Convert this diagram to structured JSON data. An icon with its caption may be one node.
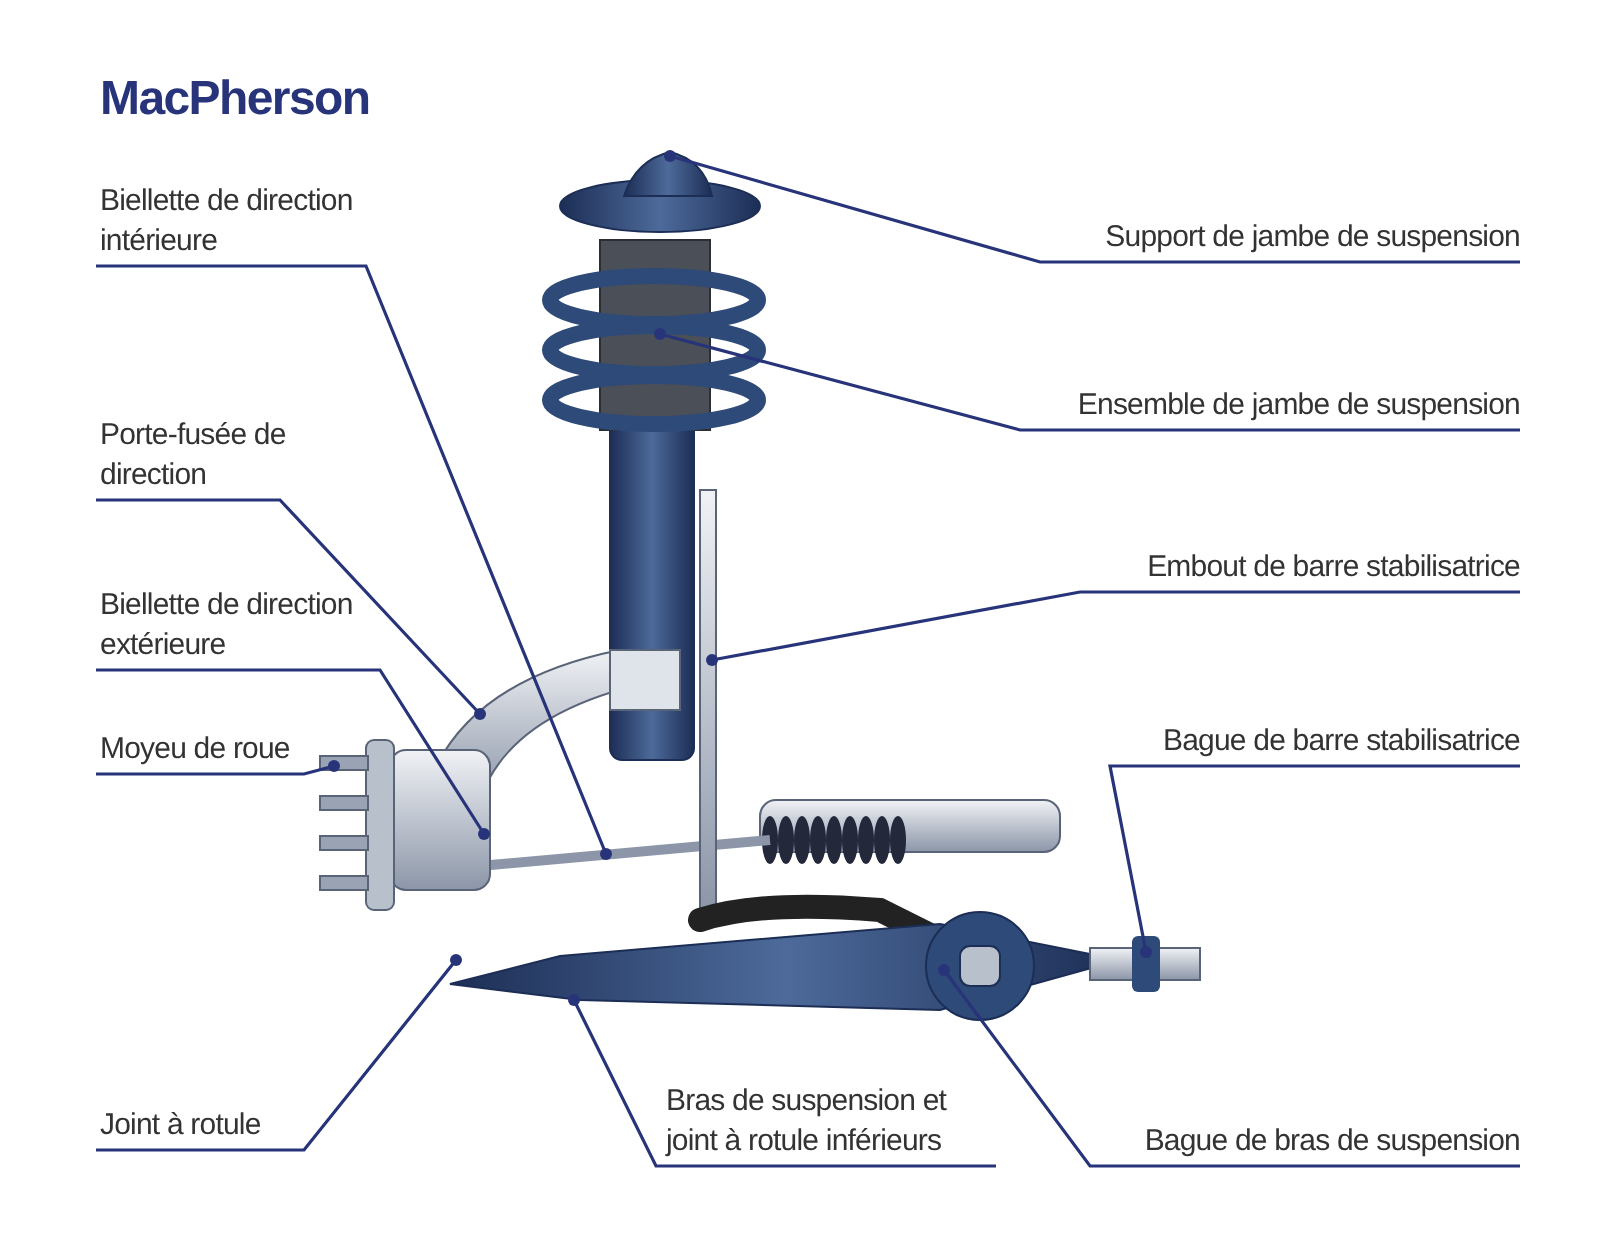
{
  "diagram": {
    "title": "MacPherson",
    "nodes": [
      {
        "text": [
          "Biellette de direction intérieure"
        ]
      },
      {
        "text": [
          "Porte-fusée de direction"
        ]
      },
      {
        "text": [
          "Biellette de direction extérieure"
        ]
      },
      {
        "text": [
          "Moyeu de roue"
        ]
      },
      {
        "text": [
          "Joint à rotule"
        ]
      },
      {
        "text": [
          "Bras de suspension et joint à rotule inférieurs"
        ]
      },
      {
        "text": [
          "Support de jambe de suspension"
        ]
      },
      {
        "text": [
          "Ensemble de jambe de suspension"
        ]
      },
      {
        "text": [
          "Embout de barre stabilisatrice"
        ]
      },
      {
        "text": [
          "Bague de barre stabilisatrice"
        ]
      },
      {
        "text": [
          "Bague de bras de suspension"
        ]
      }
    ],
    "edges": [
      {
        "from": 0,
        "to": null,
        "arrow": "other"
      },
      {
        "from": 1,
        "to": null,
        "arrow": "other"
      },
      {
        "from": 2,
        "to": null,
        "arrow": "other"
      },
      {
        "from": 3,
        "to": null,
        "arrow": "other"
      },
      {
        "from": 4,
        "to": null,
        "arrow": "other"
      },
      {
        "from": 5,
        "to": null,
        "arrow": "other"
      },
      {
        "from": 6,
        "to": null,
        "arrow": "other"
      },
      {
        "from": 7,
        "to": null,
        "arrow": "other"
      },
      {
        "from": 8,
        "to": null,
        "arrow": "other"
      },
      {
        "from": 9,
        "to": null,
        "arrow": "other"
      },
      {
        "from": 10,
        "to": null,
        "arrow": "other"
      }
    ]
  }
}
